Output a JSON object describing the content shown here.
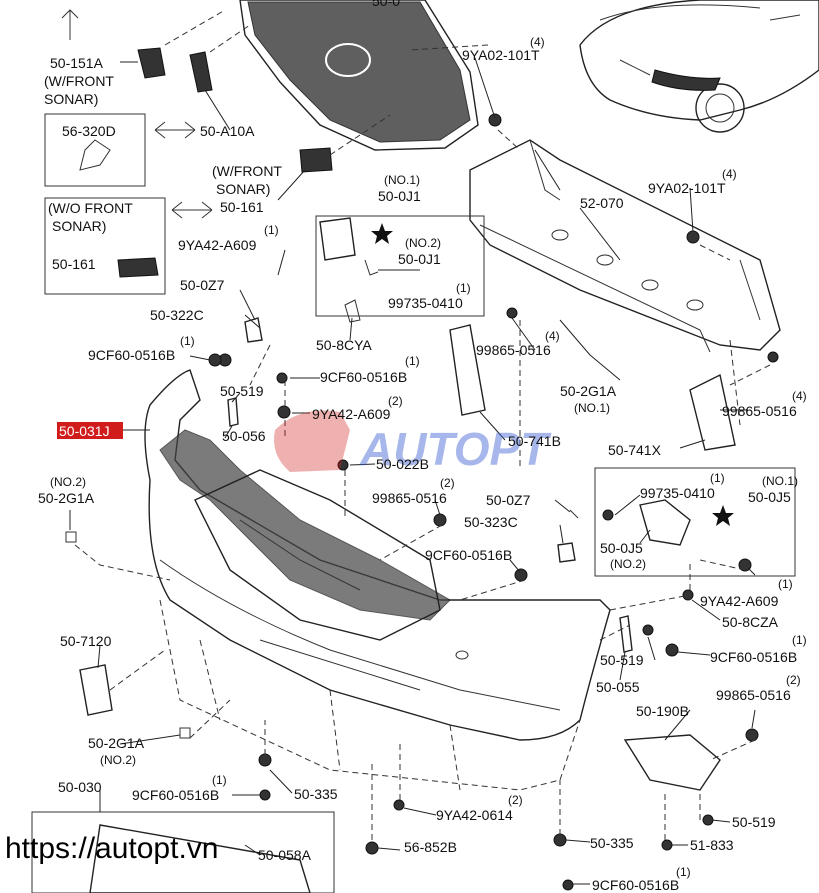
{
  "labels": {
    "p50_151A": "50-151A",
    "w_front_sonar_a": "(W/FRONT",
    "w_front_sonar_b": "SONAR)",
    "p56_320D": "56-320D",
    "p50_A10A": "50-A10A",
    "w_front_sonar2_a": "(W/FRONT",
    "w_front_sonar2_b": "SONAR)",
    "p50_161_top": "50-161",
    "wo_front_sonar_a": "(W/O FRONT",
    "wo_front_sonar_b": "SONAR)",
    "p50_161_box": "50-161",
    "p9YA02_101T_top": "9YA02-101T",
    "q4_a": "(4)",
    "p9YA02_101T_mid": "9YA02-101T",
    "q4_b": "(4)",
    "p52_070": "52-070",
    "no1_a": "(NO.1)",
    "p50_0J1_a": "50-0J1",
    "no2_a": "(NO.2)",
    "p50_0J1_b": "50-0J1",
    "q1_a": "(1)",
    "p99735_0410_a": "99735-0410",
    "q1_b": "(1)",
    "p9YA42_A609_a": "9YA42-A609",
    "p50_0Z7_a": "50-0Z7",
    "p50_322C": "50-322C",
    "p50_8CYA": "50-8CYA",
    "q4_c": "(4)",
    "p99865_0516_a": "99865-0516",
    "q1_c": "(1)",
    "p9CF60_0516B_a": "9CF60-0516B",
    "q1_d": "(1)",
    "p9CF60_0516B_b": "9CF60-0516B",
    "p50_519_a": "50-519",
    "q2_a": "(2)",
    "p9YA42_A609_b": "9YA42-A609",
    "p50_031J": "50-031J",
    "p50_056": "50-056",
    "p50_741B": "50-741B",
    "p50_2G1A_a": "50-2G1A",
    "no1_b": "(NO.1)",
    "q4_d": "(4)",
    "p99865_0516_b": "99865-0516",
    "p50_741X": "50-741X",
    "p50_022B": "50-022B",
    "no2_b": "(NO.2)",
    "p50_2G1A_b": "50-2G1A",
    "q2_b": "(2)",
    "p99865_0516_c": "99865-0516",
    "p50_0Z7_b": "50-0Z7",
    "p50_323C": "50-323C",
    "p9CF60_0516B_c": "9CF60-0516B",
    "q1_e": "(1)",
    "p99735_0410_b": "99735-0410",
    "no1_c": "(NO.1)",
    "p50_0J5_a": "50-0J5",
    "p50_0J5_b": "50-0J5",
    "no2_c": "(NO.2)",
    "q1_f": "(1)",
    "p9YA42_A609_c": "9YA42-A609",
    "p50_8CZA": "50-8CZA",
    "q1_g": "(1)",
    "p50_519_b": "50-519",
    "p9CF60_0516B_d": "9CF60-0516B",
    "p50_7120": "50-7120",
    "p50_055": "50-055",
    "q2_c": "(2)",
    "p99865_0516_d": "99865-0516",
    "p50_190B": "50-190B",
    "p50_2G1A_c": "50-2G1A",
    "no2_d": "(NO.2)",
    "p50_030": "50-030",
    "q1_h": "(1)",
    "p9CF60_0516B_e": "9CF60-0516B",
    "p50_335_a": "50-335",
    "q2_d": "(2)",
    "p9YA42_0614": "9YA42-0614",
    "p56_852B": "56-852B",
    "p50_519_c": "50-519",
    "p50_335_b": "50-335",
    "p51_833": "51-833",
    "p50_058A": "50-058A",
    "q1_i": "(1)",
    "p9CF60_0516B_f": "9CF60-0516B",
    "p50_0_top": "50-0"
  },
  "watermark": {
    "text": "AUTOPT"
  },
  "site_url": "https://autopt.vn",
  "colors": {
    "highlight": "#d11c1c",
    "watermark": "#3f62d4",
    "line": "#222222"
  }
}
